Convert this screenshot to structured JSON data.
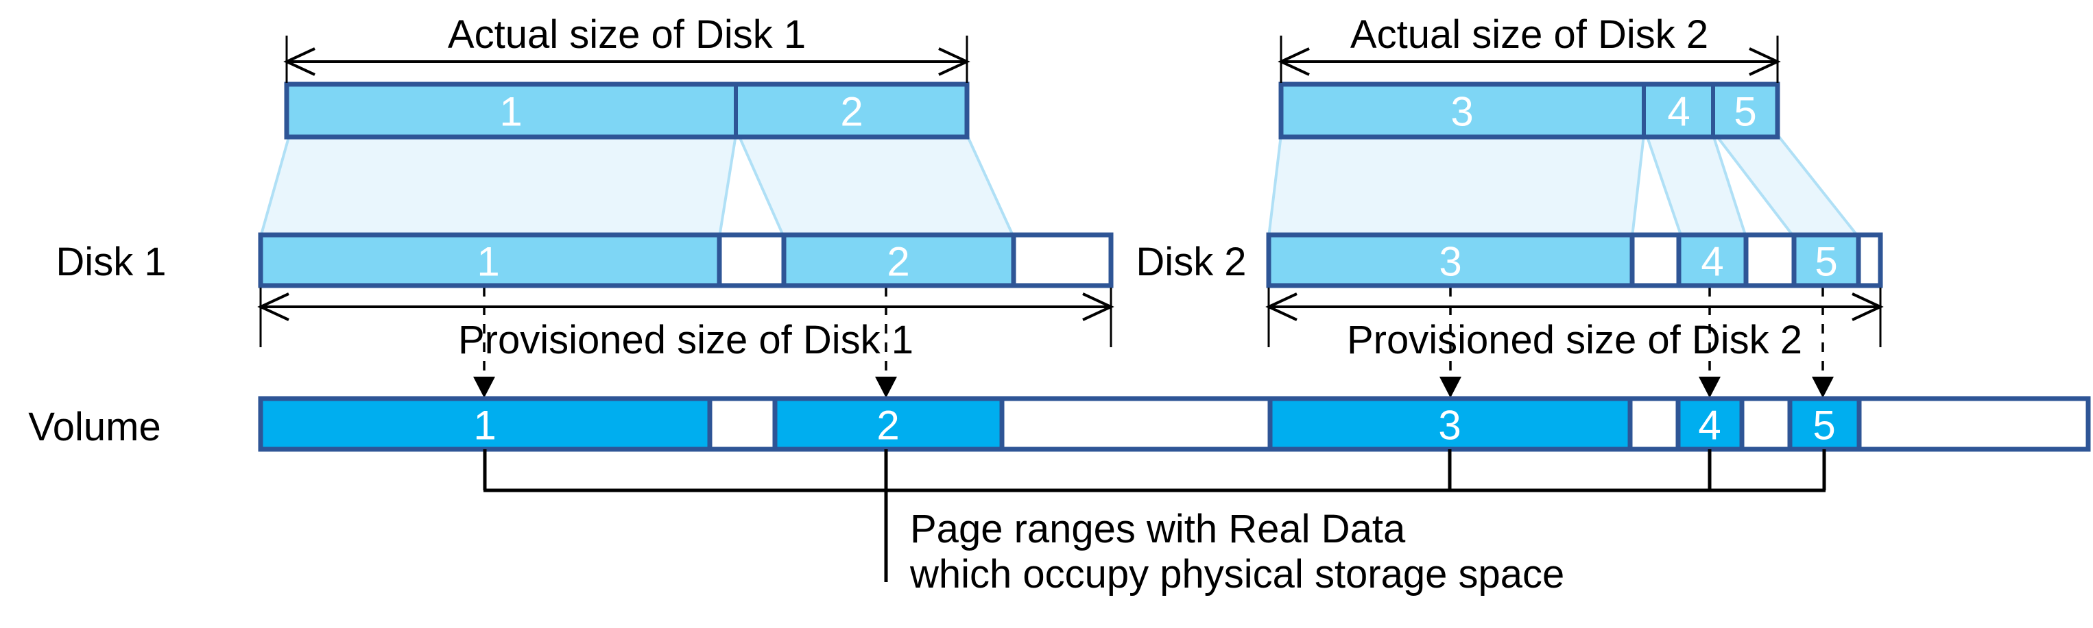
{
  "colors": {
    "segment_fill": "#7ED6F5",
    "volume_fill": "#00AEEF",
    "border_color": "#2E5596",
    "projection_fill": "#E9F6FD",
    "projection_stroke": "#B0E0F6",
    "number_color": "#FFFFFF",
    "line_color": "#000000"
  },
  "disk1": {
    "label": "Disk 1",
    "actual_size_label": "Actual size of Disk 1",
    "provisioned_size_label": "Provisioned size of Disk 1",
    "actual_segments": [
      {
        "label": "1"
      },
      {
        "label": "2"
      }
    ],
    "provisioned_segments": [
      {
        "label": "1"
      },
      {
        "label": "2"
      }
    ]
  },
  "disk2": {
    "label": "Disk 2",
    "actual_size_label": "Actual size of Disk 2",
    "provisioned_size_label": "Provisioned size of Disk 2",
    "actual_segments": [
      {
        "label": "3"
      },
      {
        "label": "4"
      },
      {
        "label": "5"
      }
    ],
    "provisioned_segments": [
      {
        "label": "3"
      },
      {
        "label": "4"
      },
      {
        "label": "5"
      }
    ]
  },
  "volume": {
    "label": "Volume",
    "segments": [
      {
        "label": "1"
      },
      {
        "label": "2"
      },
      {
        "label": "3"
      },
      {
        "label": "4"
      },
      {
        "label": "5"
      }
    ]
  },
  "annotation": {
    "line1": "Page ranges with Real Data",
    "line2": "which occupy physical storage space"
  }
}
